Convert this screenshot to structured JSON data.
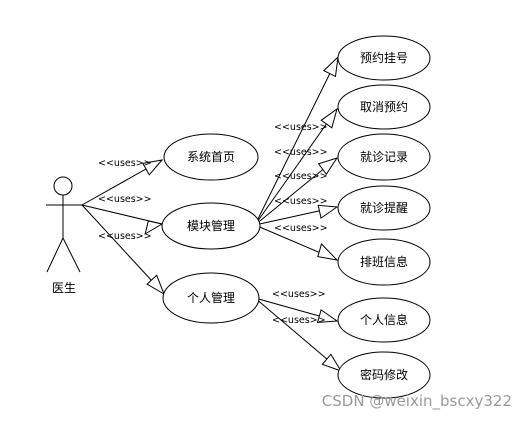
{
  "actor": {
    "name": "医生"
  },
  "use_cases": {
    "home": "系统首页",
    "modules": "模块管理",
    "personal": "个人管理",
    "book": "预约挂号",
    "cancel": "取消预约",
    "records": "就诊记录",
    "remind": "就诊提醒",
    "schedule": "排班信息",
    "info": "个人信息",
    "password": "密码修改"
  },
  "relationship_label": "<<uses>>",
  "relationships": [
    {
      "from": "actor",
      "to": "home",
      "label": "<<uses>>"
    },
    {
      "from": "actor",
      "to": "modules",
      "label": "<<uses>>"
    },
    {
      "from": "actor",
      "to": "personal",
      "label": "<<uses>>"
    },
    {
      "from": "modules",
      "to": "book",
      "label": "<<uses>>"
    },
    {
      "from": "modules",
      "to": "cancel",
      "label": "<<uses>>"
    },
    {
      "from": "modules",
      "to": "records",
      "label": "<<uses>>"
    },
    {
      "from": "modules",
      "to": "remind",
      "label": "<<uses>>"
    },
    {
      "from": "modules",
      "to": "schedule",
      "label": "<<uses>>"
    },
    {
      "from": "personal",
      "to": "info",
      "label": "<<uses>>"
    },
    {
      "from": "personal",
      "to": "password",
      "label": "<<uses>>"
    }
  ],
  "watermark": "CSDN @weixin_bscxy322"
}
